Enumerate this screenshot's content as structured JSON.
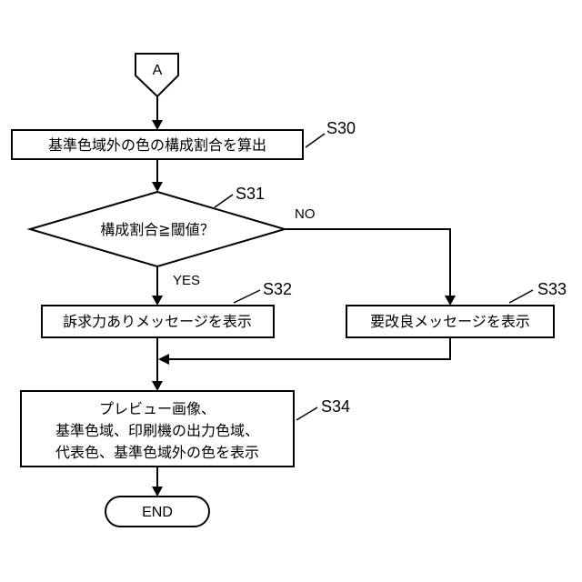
{
  "connector": {
    "label": "A"
  },
  "steps": {
    "s30": {
      "tag": "S30",
      "text": "基準色域外の色の構成割合を算出"
    },
    "s31": {
      "tag": "S31",
      "text": "構成割合≧閾値？"
    },
    "s32": {
      "tag": "S32",
      "text": "訴求力ありメッセージを表示"
    },
    "s33": {
      "tag": "S33",
      "text": "要改良メッセージを表示"
    },
    "s34": {
      "tag": "S34",
      "lines": [
        "プレビュー画像、",
        "基準色域、印刷機の出力色域、",
        "代表色、基準色域外の色を表示"
      ]
    }
  },
  "branches": {
    "yes": "YES",
    "no": "NO"
  },
  "terminator": {
    "label": "END"
  }
}
